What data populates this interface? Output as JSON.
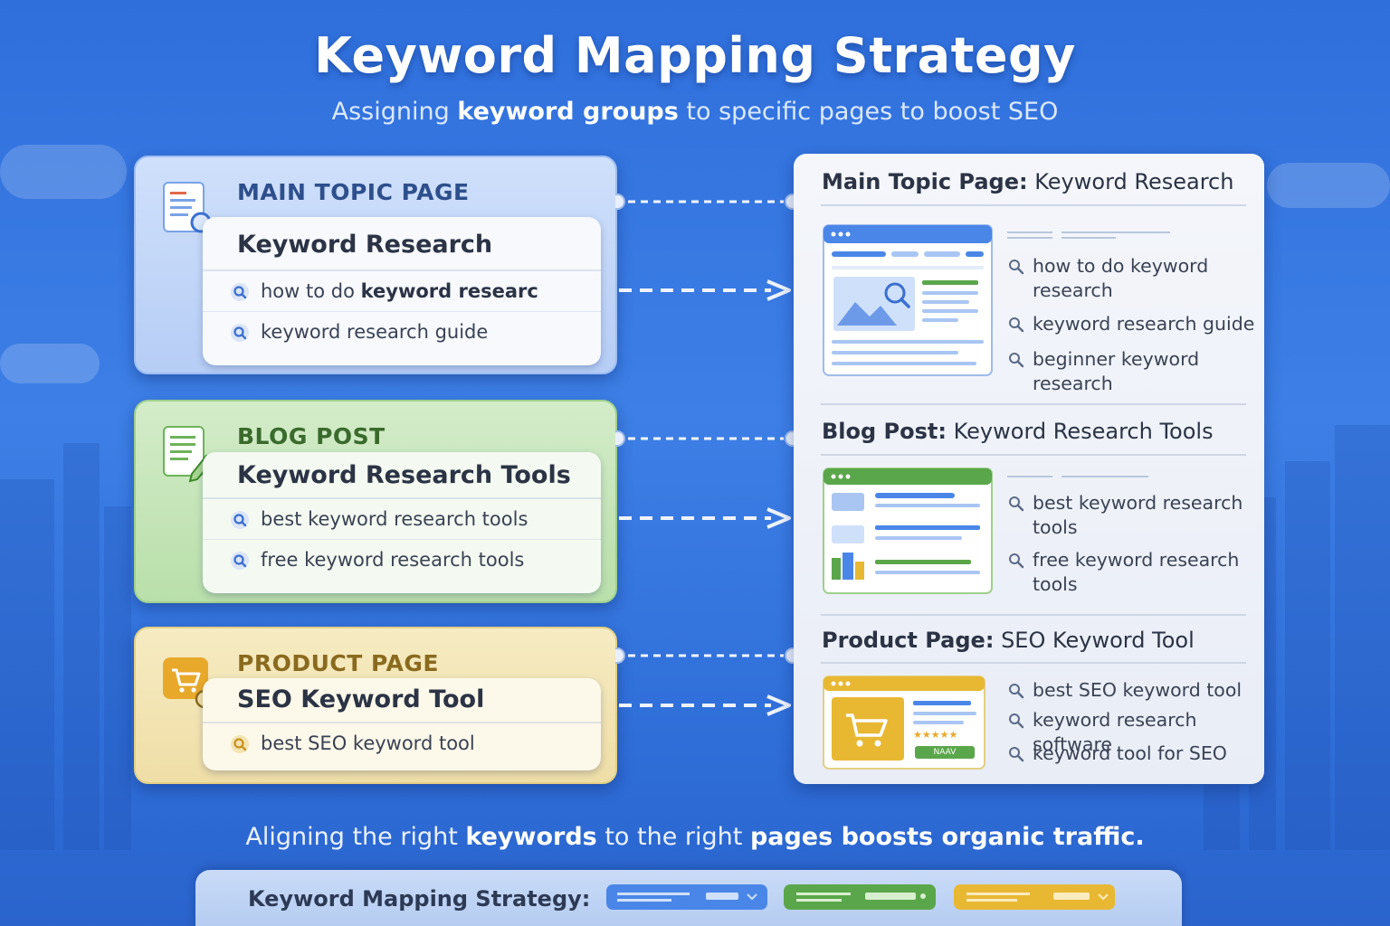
{
  "title": "Keyword Mapping Strategy",
  "subtitle": {
    "pre": "Assigning ",
    "bold": "keyword groups",
    "post": " to specific pages to boost SEO"
  },
  "cards": [
    {
      "label": "MAIN TOPIC PAGE",
      "title": "Keyword Research",
      "keywords": [
        {
          "pre": "how to do ",
          "bold": "keyword researc",
          "post": ""
        },
        {
          "pre": "keyword research guide",
          "bold": "",
          "post": ""
        }
      ]
    },
    {
      "label": "BLOG POST",
      "title": "Keyword Research Tools",
      "keywords": [
        {
          "pre": "best keyword research tools",
          "bold": "",
          "post": ""
        },
        {
          "pre": "free keyword research tools",
          "bold": "",
          "post": ""
        }
      ]
    },
    {
      "label": "PRODUCT PAGE",
      "title": "SEO Keyword Tool",
      "keywords": [
        {
          "pre": "best SEO keyword tool",
          "bold": "",
          "post": ""
        }
      ]
    }
  ],
  "panel": {
    "sections": [
      {
        "head_bold": "Main Topic Page:",
        "head_rest": " Keyword Research",
        "keywords": [
          "how to do keyword research",
          "keyword research guide",
          "beginner keyword research"
        ]
      },
      {
        "head_bold": "Blog Post:",
        "head_rest": " Keyword Research Tools",
        "keywords": [
          "best keyword research tools",
          "free keyword research tools"
        ]
      },
      {
        "head_bold": "Product Page:",
        "head_rest": " SEO Keyword Tool",
        "keywords": [
          "best SEO keyword tool",
          "keyword research software",
          "keyword tool for SEO"
        ]
      }
    ],
    "product_badge": "NAAV"
  },
  "footer": {
    "p1": "Aligning the right ",
    "b1": "keywords",
    "p2": " to the right ",
    "b2": "pages boosts organic traffic."
  },
  "bottom_bar": {
    "label": "Keyword Mapping Strategy:"
  },
  "colors": {
    "blue": "#4a86e8",
    "green": "#5aa64a",
    "yellow": "#e8b833",
    "background": "#3d7fe6"
  }
}
